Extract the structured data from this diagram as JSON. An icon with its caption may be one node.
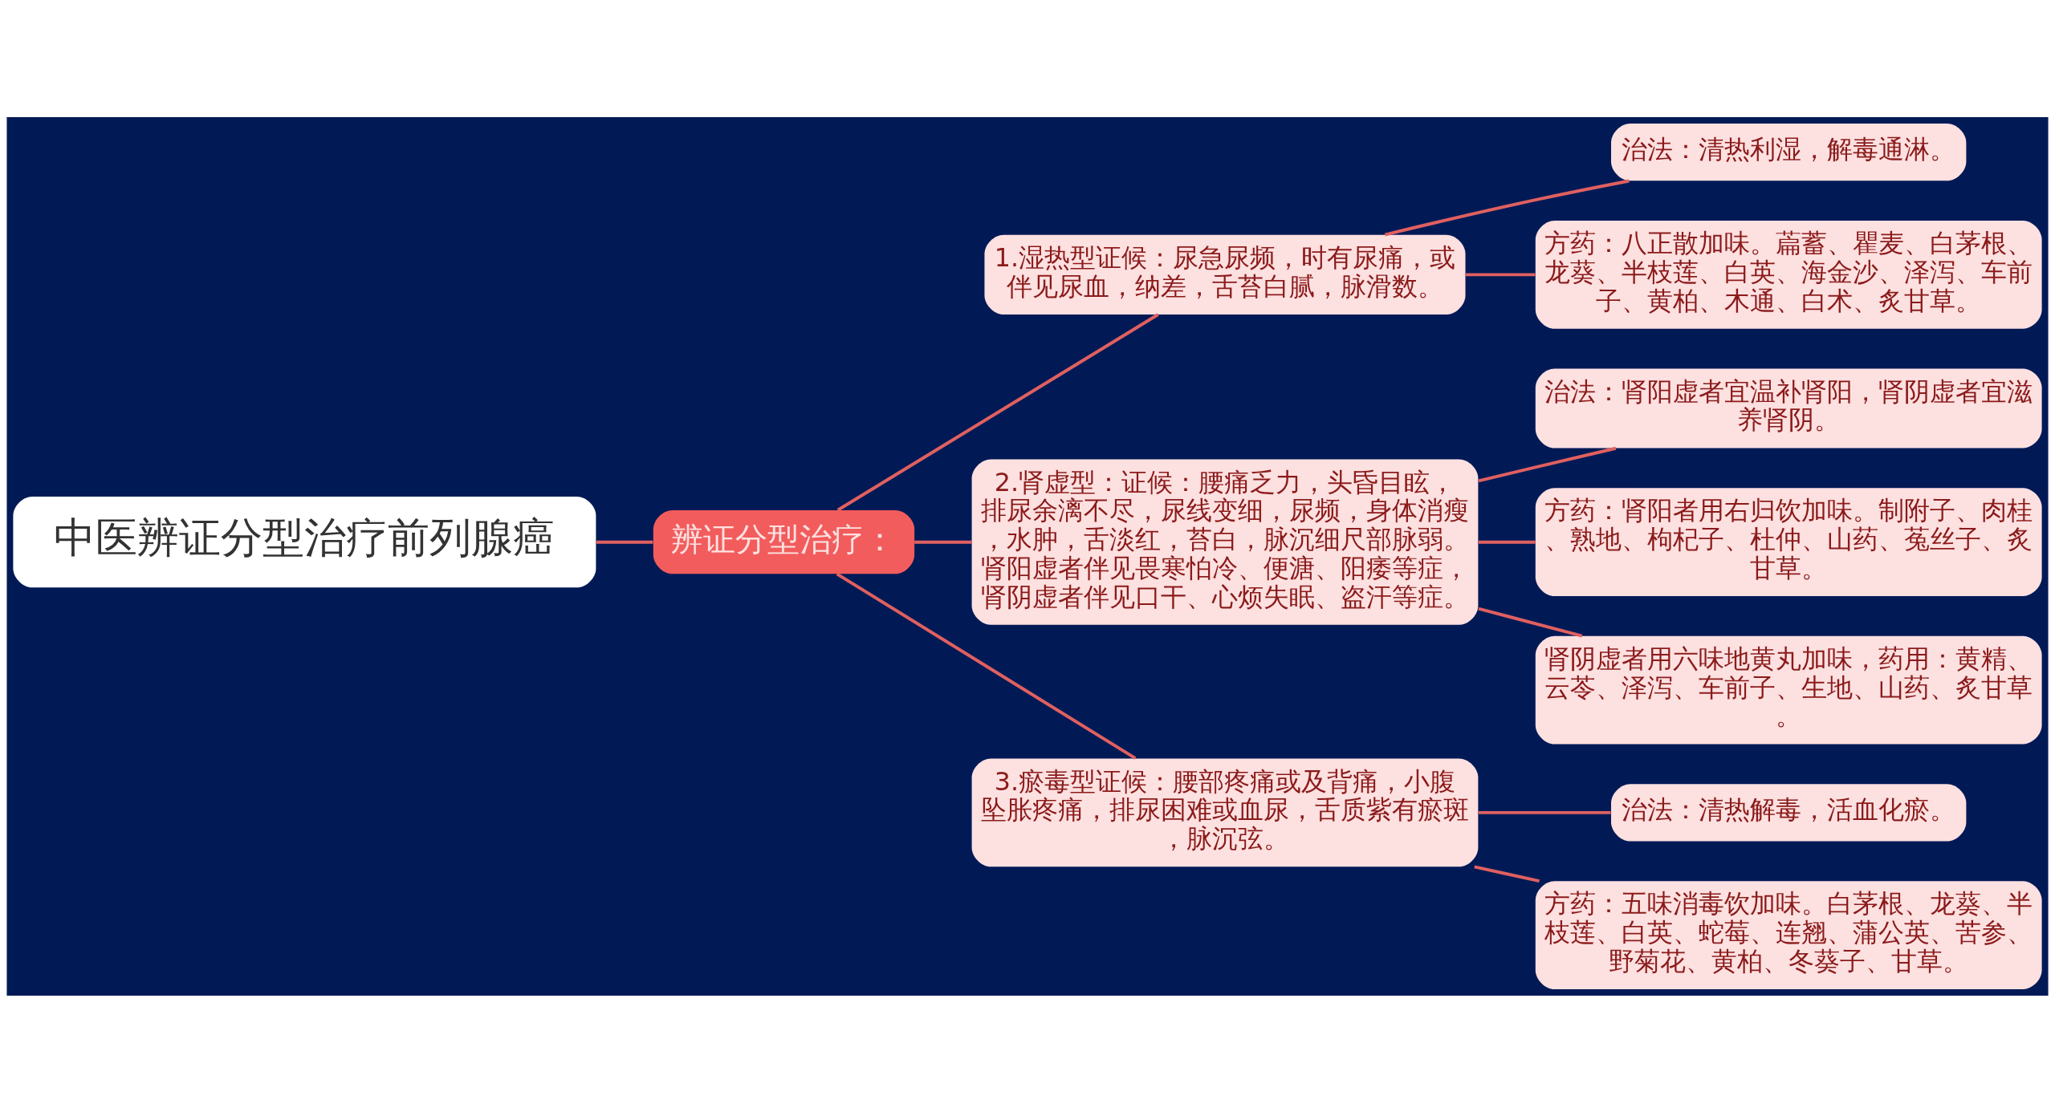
{
  "diagram": {
    "nodes": [
      {
        "text": [
          "中医辨证分型治疗前列腺癌"
        ]
      },
      {
        "text": [
          "辨证分型治疗："
        ]
      },
      {
        "text": [
          "1.湿热型证候：尿急尿频，时有尿痛，或伴见尿血，纳差，舌苔白腻，脉滑数。"
        ]
      },
      {
        "text": [
          "2.肾虚型：证候：腰痛乏力，头昏目眩，排尿余漓不尽，尿线变细，尿频，身体消瘦，水肿，舌淡红，苔白，脉沉细尺部脉弱。肾阳虚者伴见畏寒怕冷、便溏、阳痿等症，肾阴虚者伴见口干、心烦失眠、盗汗等症。"
        ]
      },
      {
        "text": [
          "3.瘀毒型证候：腰部疼痛或及背痛，小腹坠胀疼痛，排尿困难或血尿，舌质紫有瘀斑，脉沉弦。"
        ]
      },
      {
        "text": [
          "治法：清热利湿，解毒通淋。"
        ]
      },
      {
        "text": [
          "方药：八正散加味。萹蓄、瞿麦、白茅根、龙葵、半枝莲、白英、海金沙、泽泻、车前子、黄柏、木通、白术、炙甘草。"
        ]
      },
      {
        "text": [
          "治法：肾阳虚者宜温补肾阳，肾阴虚者宜滋养肾阴。"
        ]
      },
      {
        "text": [
          "方药：肾阳者用右归饮加味。制附子、肉桂、熟地、枸杞子、杜仲、山药、菟丝子、炙甘草。"
        ]
      },
      {
        "text": [
          "肾阴虚者用六味地黄丸加味，药用：黄精、云苓、泽泻、车前子、生地、山药、炙甘草。"
        ]
      },
      {
        "text": [
          "治法：清热解毒，活血化瘀。"
        ]
      },
      {
        "text": [
          "方药：五味消毒饮加味。白茅根、龙葵、半枝莲、白英、蛇莓、连翘、蒲公英、苦参、野菊花、黄柏、冬葵子、甘草。"
        ]
      }
    ],
    "edges": [
      {
        "from": 0,
        "to": 1,
        "arrow": "none"
      },
      {
        "from": 1,
        "to": 2,
        "arrow": "none"
      },
      {
        "from": 1,
        "to": 3,
        "arrow": "none"
      },
      {
        "from": 1,
        "to": 4,
        "arrow": "none"
      },
      {
        "from": 2,
        "to": 5,
        "arrow": "none"
      },
      {
        "from": 2,
        "to": 6,
        "arrow": "none"
      },
      {
        "from": 3,
        "to": 7,
        "arrow": "none"
      },
      {
        "from": 3,
        "to": 8,
        "arrow": "none"
      },
      {
        "from": 3,
        "to": 9,
        "arrow": "none"
      },
      {
        "from": 4,
        "to": 10,
        "arrow": "none"
      },
      {
        "from": 4,
        "to": 11,
        "arrow": "none"
      }
    ]
  }
}
